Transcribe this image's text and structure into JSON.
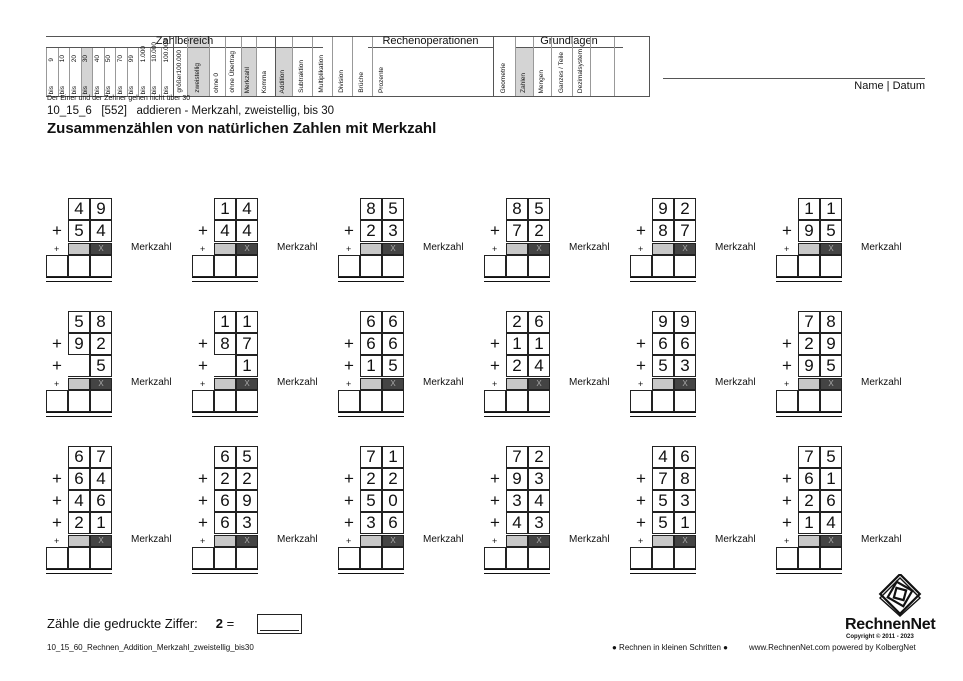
{
  "header": {
    "group_zahlbereich": "Zahlbereich",
    "group_rechenoperationen": "Rechenoperationen",
    "group_grundlagen": "Grundlagen",
    "range_values": [
      "9",
      "10",
      "20",
      "30",
      "40",
      "50",
      "70",
      "99",
      "1.000",
      "10.000",
      "100.000"
    ],
    "bis_label": "bis",
    "col_groesser": "größer100.000",
    "col_zweistellig": "zweistellig",
    "col_ohne0": "ohne 0",
    "col_ohne_uebertrag": "ohne Übertrag",
    "col_merkzahl": "Merkzahl",
    "col_komma": "Komma",
    "ops": [
      "Addition",
      "Subtraktion",
      "Multiplikation",
      "Division",
      "Brüche",
      "Prozente"
    ],
    "col_geometrie": "Geometrie",
    "grund": [
      "Zahlen",
      "Mengen",
      "Ganzes / Teile",
      "Dezimalsystem"
    ]
  },
  "note": "Der Einer und der Zehner gehen nicht über 30",
  "code_line": "10_15_6   [552]   addieren - Merkzahl, zweistellig, bis 30",
  "title": "Zusammenzählen von natürlichen Zahlen mit Merkzahl",
  "name_datum": "Name | Datum",
  "merkzahl_label": "Merkzahl",
  "carry_sign": "+",
  "carry_mark": "X",
  "plus": "+",
  "problems": [
    [
      [
        "4",
        "9"
      ],
      [
        "5",
        "4"
      ]
    ],
    [
      [
        "1",
        "4"
      ],
      [
        "4",
        "4"
      ]
    ],
    [
      [
        "8",
        "5"
      ],
      [
        "2",
        "3"
      ]
    ],
    [
      [
        "8",
        "5"
      ],
      [
        "7",
        "2"
      ]
    ],
    [
      [
        "9",
        "2"
      ],
      [
        "8",
        "7"
      ]
    ],
    [
      [
        "1",
        "1"
      ],
      [
        "9",
        "5"
      ]
    ],
    [
      [
        "5",
        "8"
      ],
      [
        "9",
        "2"
      ],
      [
        "",
        "5"
      ]
    ],
    [
      [
        "1",
        "1"
      ],
      [
        "8",
        "7"
      ],
      [
        "",
        "1"
      ]
    ],
    [
      [
        "6",
        "6"
      ],
      [
        "6",
        "6"
      ],
      [
        "1",
        "5"
      ]
    ],
    [
      [
        "2",
        "6"
      ],
      [
        "1",
        "1"
      ],
      [
        "2",
        "4"
      ]
    ],
    [
      [
        "9",
        "9"
      ],
      [
        "6",
        "6"
      ],
      [
        "5",
        "3"
      ]
    ],
    [
      [
        "7",
        "8"
      ],
      [
        "2",
        "9"
      ],
      [
        "9",
        "5"
      ]
    ],
    [
      [
        "6",
        "7"
      ],
      [
        "6",
        "4"
      ],
      [
        "4",
        "6"
      ],
      [
        "2",
        "1"
      ]
    ],
    [
      [
        "6",
        "5"
      ],
      [
        "2",
        "2"
      ],
      [
        "6",
        "9"
      ],
      [
        "6",
        "3"
      ]
    ],
    [
      [
        "7",
        "1"
      ],
      [
        "2",
        "2"
      ],
      [
        "5",
        "0"
      ],
      [
        "3",
        "6"
      ]
    ],
    [
      [
        "7",
        "2"
      ],
      [
        "9",
        "3"
      ],
      [
        "3",
        "4"
      ],
      [
        "4",
        "3"
      ]
    ],
    [
      [
        "4",
        "6"
      ],
      [
        "7",
        "8"
      ],
      [
        "5",
        "3"
      ],
      [
        "5",
        "1"
      ]
    ],
    [
      [
        "7",
        "5"
      ],
      [
        "6",
        "1"
      ],
      [
        "2",
        "6"
      ],
      [
        "1",
        "4"
      ]
    ]
  ],
  "footer": {
    "count_label": "Zähle die gedruckte Ziffer:",
    "count_digit": "2",
    "count_eq": "=",
    "filename": "10_15_60_Rechnen_Addition_Merkzahl_zweistellig_bis30",
    "tagline": "● Rechnen in kleinen Schritten ●",
    "website": "www.RechnenNet.com powered by KolbergNet",
    "logo_text": "RechnenNet",
    "copyright": "Copyright © 2011 - 2023"
  }
}
